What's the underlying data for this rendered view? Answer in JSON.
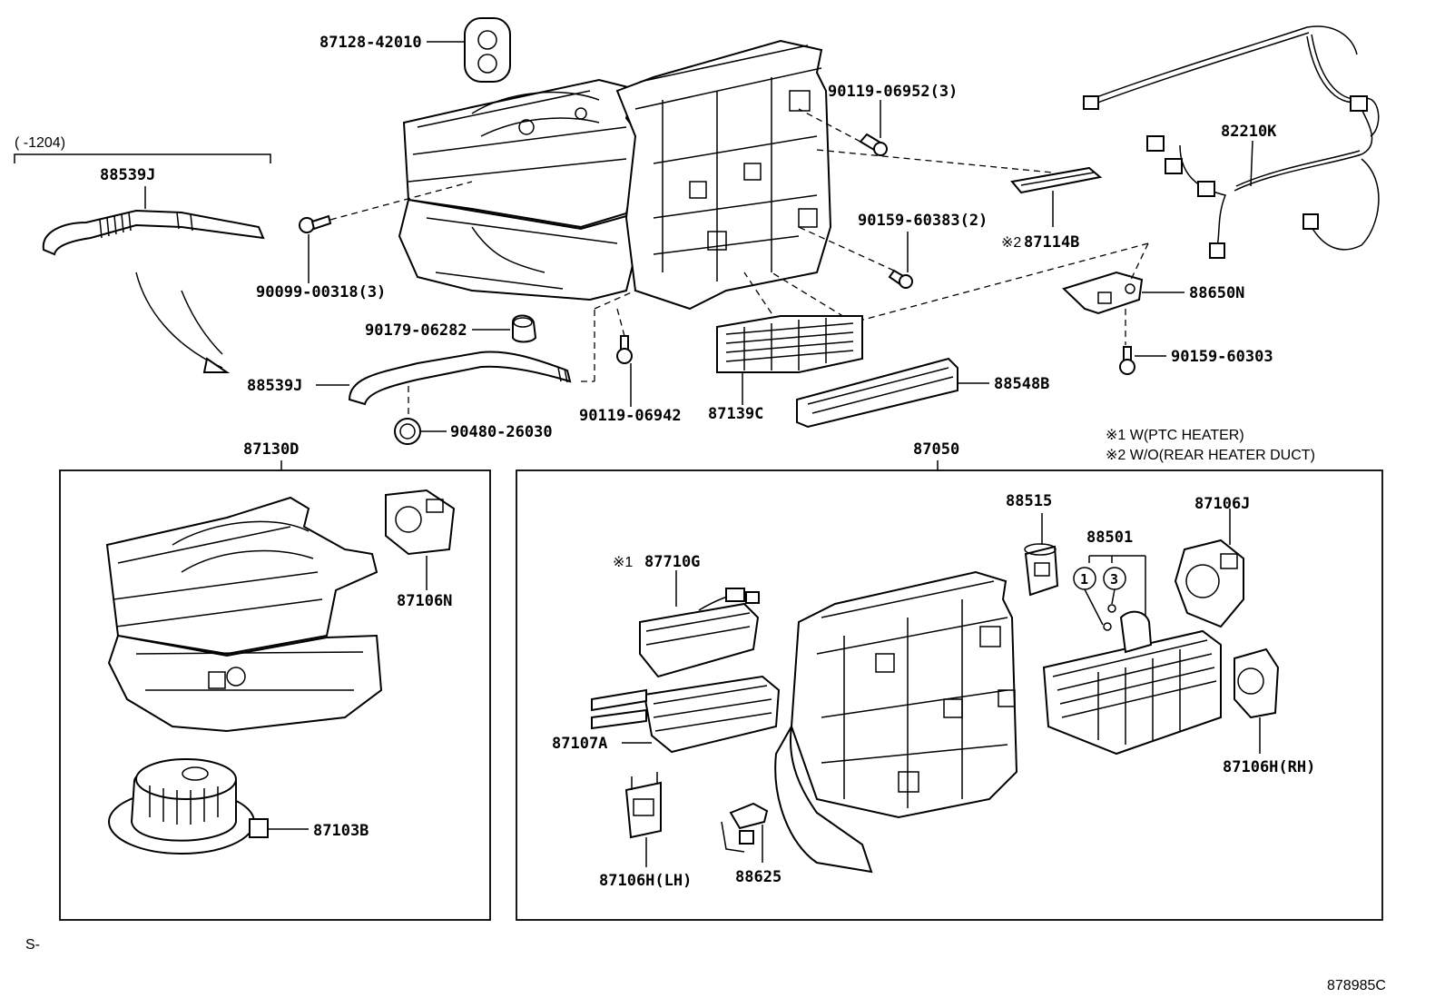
{
  "labels": {
    "p87128": "87128-42010",
    "p90119a": "90119-06952(3)",
    "p82210": "82210K",
    "range": "(    -1204)",
    "p88539j_top": "88539J",
    "p90159a": "90159-60383(2)",
    "p87114b": "87114B",
    "note2_mark": "※2",
    "p90099": "90099-00318(3)",
    "p88650n": "88650N",
    "p90179": "90179-06282",
    "p90159b": "90159-60303",
    "p88539j_low": "88539J",
    "p88548b": "88548B",
    "p90119b": "90119-06942",
    "p87139c": "87139C",
    "p90480": "90480-26030",
    "p87130d": "87130D",
    "p87050": "87050",
    "p87106n": "87106N",
    "p88515": "88515",
    "p87106j": "87106J",
    "p88501": "88501",
    "circle1": "1",
    "circle3": "3",
    "note1_mark": "※1",
    "p87710g": "87710G",
    "p87107a": "87107A",
    "p87106h_rh": "87106H(RH)",
    "p87103b": "87103B",
    "p87106h_lh": "87106H(LH)",
    "p88625": "88625",
    "footer_left": "S-",
    "footer_right": "878985C"
  },
  "notes": {
    "note1": "※1 W(PTC HEATER)",
    "note2": "※2 W/O(REAR HEATER DUCT)"
  }
}
